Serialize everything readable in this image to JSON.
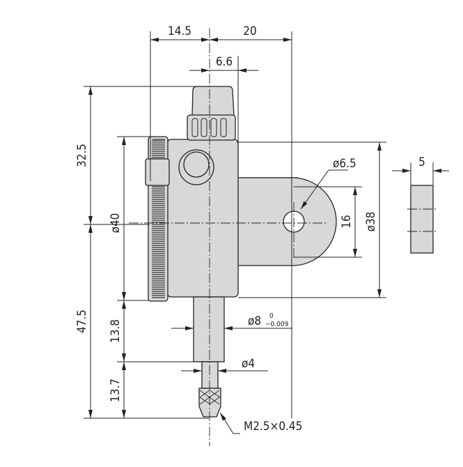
{
  "title": "Dial indicator dimensional drawing",
  "dimensions": {
    "width_left": "14.5",
    "width_right": "20",
    "stem_offset": "6.6",
    "height_top": "32.5",
    "height_bottom": "47.5",
    "bezel_dia": "ø40",
    "stem_len": "13.8",
    "spindle_len": "13.7",
    "stem_dia": "ø8",
    "stem_tol_upper": "0",
    "stem_tol_lower": "−0.009",
    "spindle_dia": "ø4",
    "thread": "M2.5×0.45",
    "hole_dia": "ø6.5",
    "lug_height": "16",
    "back_dia": "ø38",
    "lug_thickness": "5"
  },
  "colors": {
    "part_fill": "#d8d8d8",
    "line": "#222222"
  }
}
